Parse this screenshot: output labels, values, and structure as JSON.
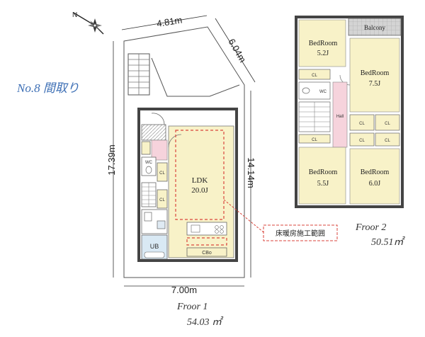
{
  "title": "No.8 間取り",
  "compass": {
    "label": "N",
    "icon": "compass-rose-icon"
  },
  "floor1": {
    "caption": "Froor 1",
    "area": "54.03 ㎡",
    "dims": {
      "top": "4.81m",
      "diagonal": "6.04m",
      "left": "17.39m",
      "right": "14.14m",
      "bottom": "7.00m"
    },
    "rooms": {
      "ldk_name": "LDK",
      "ldk_size": "20.0J",
      "wc": "WC",
      "cl1": "CL",
      "cl2": "CL",
      "ub": "UB",
      "cbo": "CBo"
    },
    "callout": "床暖房施工範囲"
  },
  "floor2": {
    "caption": "Froor 2",
    "area": "50.51㎡",
    "rooms": {
      "balcony": "Balcony",
      "bed1_name": "BedRoom",
      "bed1_size": "5.2J",
      "bed2_name": "BedRoom",
      "bed2_size": "7.5J",
      "bed3_name": "BedRoom",
      "bed3_size": "5.5J",
      "bed4_name": "BedRoom",
      "bed4_size": "6.0J",
      "wc": "WC",
      "hall": "Hall",
      "cl_a": "CL",
      "cl_b": "CL",
      "cl_c": "CL",
      "cl_d": "CL",
      "cl_e": "CL",
      "cl_f": "CL"
    }
  },
  "colors": {
    "room_fill": "#f8f2c8",
    "hall_fill": "#f6d3dc",
    "wall": "#444444",
    "accent_blue": "#3d6fb5",
    "callout_red": "#d9463c",
    "balcony_fill": "#cfcfcf"
  }
}
